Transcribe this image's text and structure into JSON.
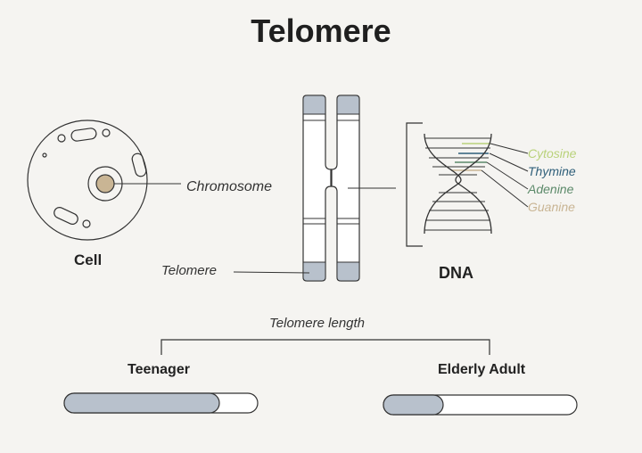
{
  "title": "Telomere",
  "labels": {
    "cell": "Cell",
    "chromosome": "Chromosome",
    "telomere": "Telomere",
    "dna": "DNA",
    "telomere_length": "Telomere length",
    "teenager": "Teenager",
    "elderly_adult": "Elderly Adult"
  },
  "bases": [
    {
      "name": "Cytosine",
      "color": "#b9d27a"
    },
    {
      "name": "Thymine",
      "color": "#2f5f7a"
    },
    {
      "name": "Adenine",
      "color": "#5c8a6a"
    },
    {
      "name": "Guanine",
      "color": "#c9b594"
    }
  ],
  "bars": [
    {
      "label": "Teenager",
      "fill_fraction": 0.8
    },
    {
      "label": "Elderly Adult",
      "fill_fraction": 0.31
    }
  ],
  "colors": {
    "telomere_fill": "#b8c1cc",
    "outline": "#333333",
    "background": "#f5f4f1"
  }
}
